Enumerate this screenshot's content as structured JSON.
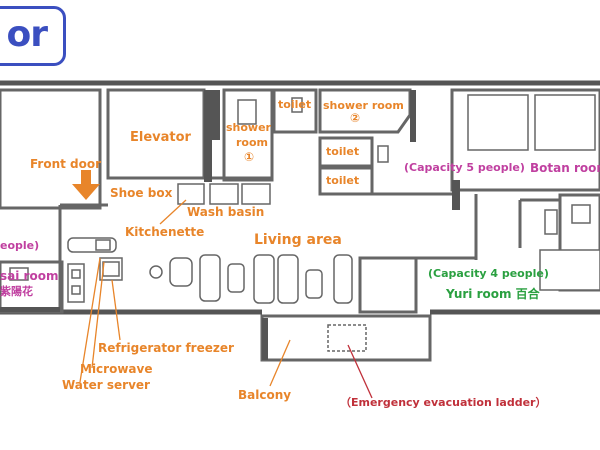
{
  "header": {
    "floor_badge": "or"
  },
  "rooms": {
    "elevator": "Elevator",
    "front_door": "Front door",
    "shower_room_1_line1": "shower",
    "shower_room_1_line2": "room",
    "shower_room_1_num": "①",
    "toilet_top": "toilet",
    "shower_room_2": "shower room",
    "shower_room_2_num": "②",
    "toilet_mid": "toilet",
    "toilet_low": "toilet",
    "botan_capacity": "(Capacity 5 people)",
    "botan_room": "Botan room",
    "shoe_box": "Shoe box",
    "wash_basin": "Wash basin",
    "kitchenette": "Kitchenette",
    "living_area": "Living area",
    "left_capacity": "eople)",
    "ajisai_room": "sai room",
    "ajisai_kanji": "紫陽花",
    "yuri_capacity": "(Capacity 4 people)",
    "yuri_room": "Yuri room 百合",
    "refrigerator": "Refrigerator freezer",
    "microwave": "Microwave",
    "water_server": "Water server",
    "balcony": "Balcony",
    "evac_ladder": "（Emergency evacuation ladder）"
  },
  "colors": {
    "accent_blue": "#3b4fc0",
    "label_orange": "#e8852a",
    "label_pink": "#c040a0",
    "label_green": "#2aa040",
    "label_red": "#c0303a",
    "wall": "#555555"
  },
  "icons": {
    "entry_arrow": "down-arrow-icon"
  }
}
